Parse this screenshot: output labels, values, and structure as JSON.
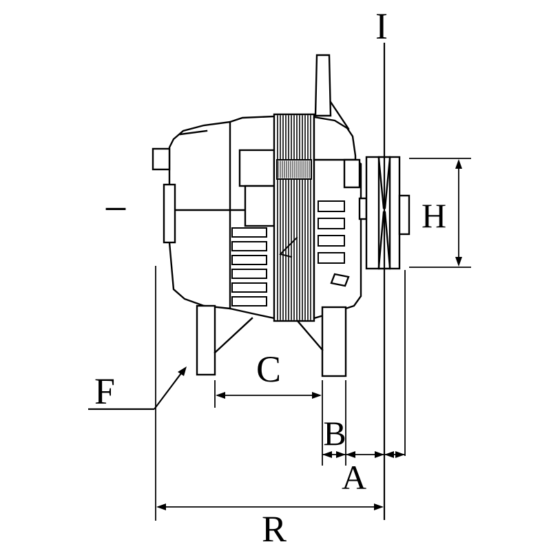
{
  "page": {
    "background": "#ffffff",
    "line_color": "#000000"
  },
  "diagram": {
    "type": "dimension-drawing",
    "subject": "alternator-side-view",
    "labels": {
      "I": "I",
      "H": "H",
      "F": "F",
      "C": "C",
      "B": "B",
      "A": "A",
      "R": "R"
    },
    "marks": {
      "minus_terminal": "−"
    }
  }
}
